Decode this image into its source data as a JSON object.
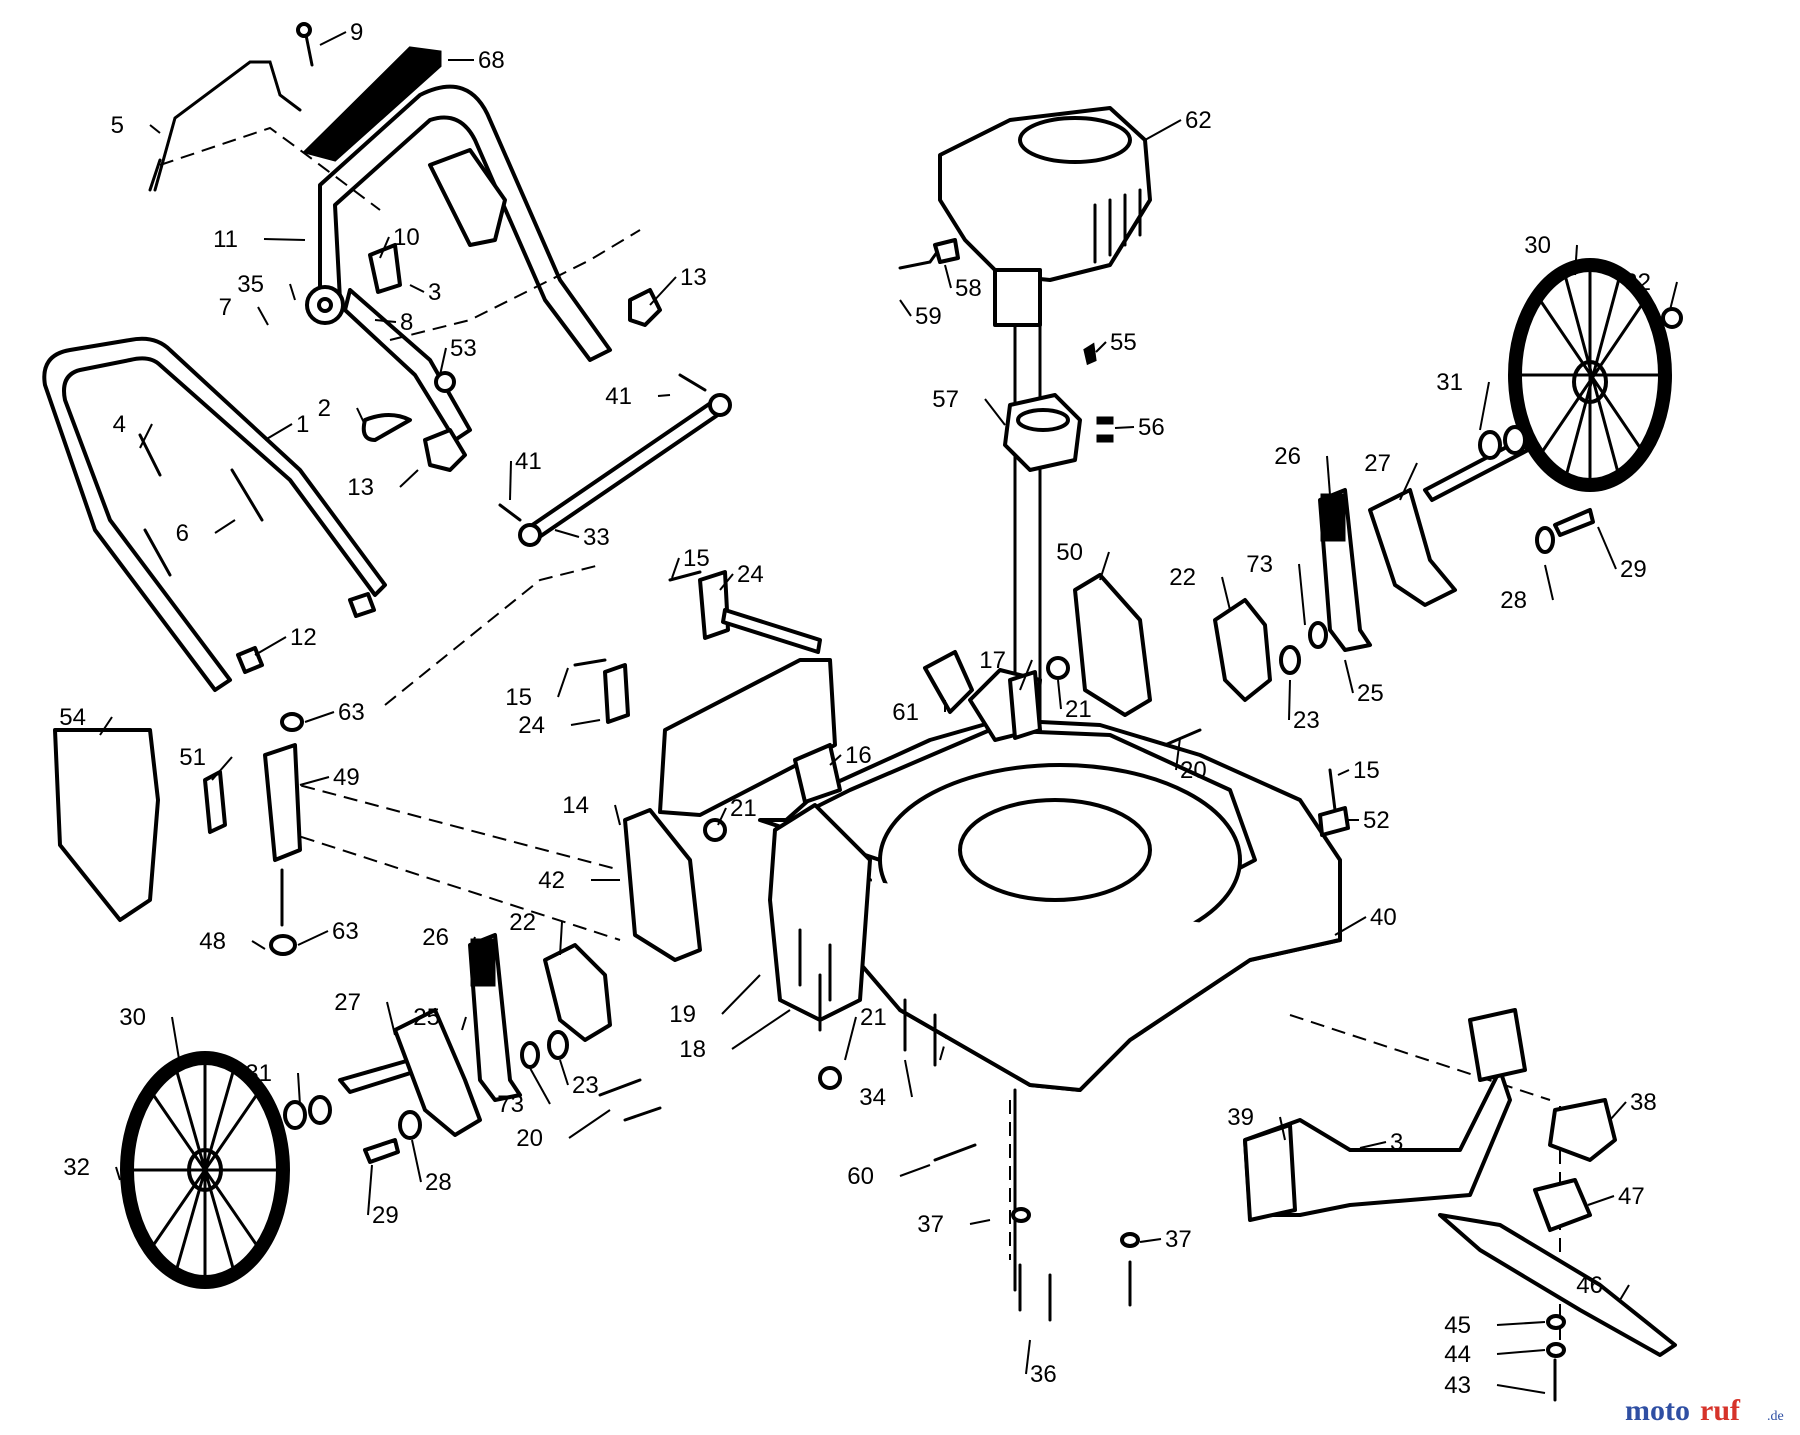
{
  "watermark": {
    "part1": "moto",
    "part2": "ruf",
    "suffix": ".de"
  },
  "colors": {
    "ink": "#000000",
    "paper": "#ffffff",
    "watermark_blue": "#2f4fa3",
    "watermark_red": "#d6332a"
  },
  "callouts": [
    {
      "id": "c9",
      "label": "9"
    },
    {
      "id": "c68",
      "label": "68"
    },
    {
      "id": "c5",
      "label": "5"
    },
    {
      "id": "c11",
      "label": "11"
    },
    {
      "id": "c10",
      "label": "10"
    },
    {
      "id": "c7",
      "label": "7"
    },
    {
      "id": "c35",
      "label": "35"
    },
    {
      "id": "c3a",
      "label": "3"
    },
    {
      "id": "c8",
      "label": "8"
    },
    {
      "id": "c53",
      "label": "53"
    },
    {
      "id": "c13a",
      "label": "13"
    },
    {
      "id": "c4",
      "label": "4"
    },
    {
      "id": "c1",
      "label": "1"
    },
    {
      "id": "c2",
      "label": "2"
    },
    {
      "id": "c13b",
      "label": "13"
    },
    {
      "id": "c41a",
      "label": "41"
    },
    {
      "id": "c41b",
      "label": "41"
    },
    {
      "id": "c33",
      "label": "33"
    },
    {
      "id": "c6",
      "label": "6"
    },
    {
      "id": "c12",
      "label": "12"
    },
    {
      "id": "c62",
      "label": "62"
    },
    {
      "id": "c58",
      "label": "58"
    },
    {
      "id": "c59",
      "label": "59"
    },
    {
      "id": "c55",
      "label": "55"
    },
    {
      "id": "c57",
      "label": "57"
    },
    {
      "id": "c56",
      "label": "56"
    },
    {
      "id": "c30a",
      "label": "30"
    },
    {
      "id": "c32a",
      "label": "32"
    },
    {
      "id": "c31a",
      "label": "31"
    },
    {
      "id": "c26a",
      "label": "26"
    },
    {
      "id": "c27a",
      "label": "27"
    },
    {
      "id": "c29a",
      "label": "29"
    },
    {
      "id": "c28a",
      "label": "28"
    },
    {
      "id": "c73a",
      "label": "73"
    },
    {
      "id": "c25a",
      "label": "25"
    },
    {
      "id": "c22a",
      "label": "22"
    },
    {
      "id": "c23a",
      "label": "23"
    },
    {
      "id": "c50",
      "label": "50"
    },
    {
      "id": "c15a",
      "label": "15"
    },
    {
      "id": "c24a",
      "label": "24"
    },
    {
      "id": "c15b",
      "label": "15"
    },
    {
      "id": "c24b",
      "label": "24"
    },
    {
      "id": "c17",
      "label": "17"
    },
    {
      "id": "c21a",
      "label": "21"
    },
    {
      "id": "c61",
      "label": "61"
    },
    {
      "id": "c20a",
      "label": "20"
    },
    {
      "id": "c15c",
      "label": "15"
    },
    {
      "id": "c52",
      "label": "52"
    },
    {
      "id": "c16",
      "label": "16"
    },
    {
      "id": "c54",
      "label": "54"
    },
    {
      "id": "c63a",
      "label": "63"
    },
    {
      "id": "c51",
      "label": "51"
    },
    {
      "id": "c49",
      "label": "49"
    },
    {
      "id": "c14",
      "label": "14"
    },
    {
      "id": "c21b",
      "label": "21"
    },
    {
      "id": "c42",
      "label": "42"
    },
    {
      "id": "c48",
      "label": "48"
    },
    {
      "id": "c63b",
      "label": "63"
    },
    {
      "id": "c40",
      "label": "40"
    },
    {
      "id": "c22b",
      "label": "22"
    },
    {
      "id": "c26b",
      "label": "26"
    },
    {
      "id": "c19",
      "label": "19"
    },
    {
      "id": "c18",
      "label": "18"
    },
    {
      "id": "c21c",
      "label": "21"
    },
    {
      "id": "c27b",
      "label": "27"
    },
    {
      "id": "c25b",
      "label": "25"
    },
    {
      "id": "c30b",
      "label": "30"
    },
    {
      "id": "c31b",
      "label": "31"
    },
    {
      "id": "c73b",
      "label": "73"
    },
    {
      "id": "c23b",
      "label": "23"
    },
    {
      "id": "c34",
      "label": "34"
    },
    {
      "id": "c20b",
      "label": "20"
    },
    {
      "id": "c32b",
      "label": "32"
    },
    {
      "id": "c29b",
      "label": "29"
    },
    {
      "id": "c28b",
      "label": "28"
    },
    {
      "id": "c38",
      "label": "38"
    },
    {
      "id": "c39",
      "label": "39"
    },
    {
      "id": "c3b",
      "label": "3"
    },
    {
      "id": "c60",
      "label": "60"
    },
    {
      "id": "c47",
      "label": "47"
    },
    {
      "id": "c37a",
      "label": "37"
    },
    {
      "id": "c37b",
      "label": "37"
    },
    {
      "id": "c46",
      "label": "46"
    },
    {
      "id": "c45",
      "label": "45"
    },
    {
      "id": "c44",
      "label": "44"
    },
    {
      "id": "c36",
      "label": "36"
    },
    {
      "id": "c43",
      "label": "43"
    }
  ]
}
